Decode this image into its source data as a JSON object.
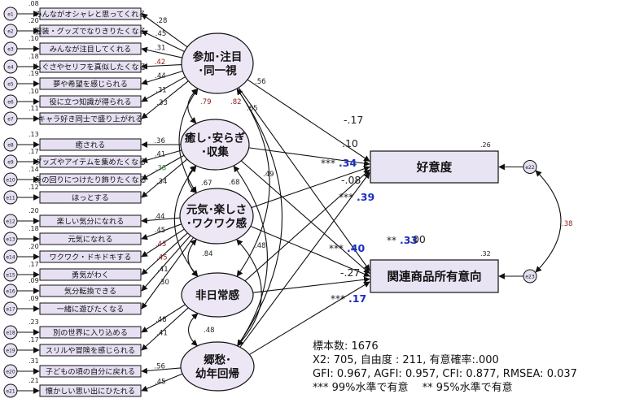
{
  "items": [
    {
      "err": "e1",
      "label": "みんながオシャレと思ってくれる",
      "r2": ".08",
      "loading": ".28"
    },
    {
      "err": "e2",
      "label": "服装・グッズでなりきりたくなる",
      "r2": ".20",
      "loading": ".45"
    },
    {
      "err": "e3",
      "label": "みんなが注目してくれる",
      "r2": ".10",
      "loading": ".31"
    },
    {
      "err": "e4",
      "label": "しぐさやセリフを真似したくなる",
      "r2": ".18",
      "loading": ".42"
    },
    {
      "err": "e5",
      "label": "夢や希望を感じられる",
      "r2": ".19",
      "loading": ".44"
    },
    {
      "err": "e6",
      "label": "役に立つ知識が得られる",
      "r2": ".10",
      "loading": ".31"
    },
    {
      "err": "e7",
      "label": "キャラ好き同士で盛り上がれる",
      "r2": ".11",
      "loading": ".33"
    },
    {
      "err": "e8",
      "label": "癒される",
      "r2": ".13",
      "loading": ".36"
    },
    {
      "err": "e9",
      "label": "グッズやアイテムを集めたくなる",
      "r2": ".17",
      "loading": ".41"
    },
    {
      "err": "e10",
      "label": "身の回りにつけたり飾りたくなる",
      "r2": ".14",
      "loading": ".38"
    },
    {
      "err": "e11",
      "label": "ほっとする",
      "r2": ".12",
      "loading": ".34"
    },
    {
      "err": "e12",
      "label": "楽しい気分になれる",
      "r2": ".20",
      "loading": ".44"
    },
    {
      "err": "e13",
      "label": "元気になれる",
      "r2": ".18",
      "loading": ".45"
    },
    {
      "err": "e14",
      "label": "ワクワク・ドキドキする",
      "r2": ".20",
      "loading": ".43"
    },
    {
      "err": "e15",
      "label": "勇気がわく",
      "r2": ".17",
      "loading": ".45"
    },
    {
      "err": "e16",
      "label": "気分転換できる",
      "r2": ".09",
      "loading": ".41"
    },
    {
      "err": "e17",
      "label": "一緒に遊びたくなる",
      "r2": ".09",
      "loading": ".30"
    },
    {
      "err": "e18",
      "label": "別の世界に入り込める",
      "r2": ".23",
      "loading": ".48"
    },
    {
      "err": "e19",
      "label": "スリルや冒険を感じられる",
      "r2": ".17",
      "loading": ".41"
    },
    {
      "err": "e20",
      "label": "子どもの頃の自分に戻れる",
      "r2": ".31",
      "loading": ".56"
    },
    {
      "err": "e21",
      "label": "懐かしい思い出にひたれる",
      "r2": ".21",
      "loading": ".45"
    }
  ],
  "factors": [
    {
      "id": "f1",
      "lines": [
        "参加･注目",
        "･同一視"
      ]
    },
    {
      "id": "f2",
      "lines": [
        "癒し･安らぎ",
        "･収集"
      ]
    },
    {
      "id": "f3",
      "lines": [
        "元気･楽しさ",
        "･ワクワク感"
      ]
    },
    {
      "id": "f4",
      "lines": [
        "非日常感"
      ]
    },
    {
      "id": "f5",
      "lines": [
        "郷愁･",
        "幼年回帰"
      ]
    }
  ],
  "outcomes": [
    {
      "id": "o1",
      "label": "好意度",
      "r2": ".26",
      "err": "e22"
    },
    {
      "id": "o2",
      "label": "関連商品所有意向",
      "r2": ".32",
      "err": "e23"
    }
  ],
  "correlations": [
    {
      "value": ".79",
      "color": "#8b1a1a"
    },
    {
      "value": ".82",
      "color": "#8b1a1a"
    },
    {
      "value": ".56",
      "color": "#222222"
    },
    {
      "value": ".65",
      "color": "#222222"
    },
    {
      "value": ".67",
      "color": "#222222"
    },
    {
      "value": ".68",
      "color": "#222222"
    },
    {
      "value": ".49",
      "color": "#222222"
    },
    {
      "value": ".48",
      "color": "#222222"
    },
    {
      "value": ".84",
      "color": "#222222"
    },
    {
      "value": ".48",
      "color": "#222222"
    },
    {
      "value": ".38",
      "color": "#8b1a1a"
    }
  ],
  "paths": [
    {
      "value": "-.17",
      "sig": "",
      "color": "#222222"
    },
    {
      "value": ".10",
      "sig": "",
      "color": "#222222"
    },
    {
      "value": ".34",
      "sig": "***",
      "color": "#1a2fbf"
    },
    {
      "value": "-.08",
      "sig": "",
      "color": "#222222"
    },
    {
      "value": ".39",
      "sig": "***",
      "color": "#1a2fbf"
    },
    {
      "value": ".40",
      "sig": "***",
      "color": "#1a2fbf"
    },
    {
      "value": ".33",
      "sig": "**",
      "color": "#1a2fbf"
    },
    {
      "value": ".00",
      "sig": "",
      "color": "#222222"
    },
    {
      "value": "-.27",
      "sig": "",
      "color": "#222222"
    },
    {
      "value": ".17",
      "sig": "***",
      "color": "#1a2fbf"
    }
  ],
  "stats": {
    "line1": "標本数: 1676",
    "line2": "X2: 705, 自由度 : 211, 有意確率:.000",
    "line3": "GFI: 0.967, AGFI: 0.957, CFI: 0.877, RMSEA: 0.037",
    "line4": "*** 99%水準で有意　 ** 95%水準で有意"
  },
  "colors": {
    "box_fill": "#e6e0f2",
    "factor_fill": "#ede6f5",
    "outcome_fill": "#e8e4f3",
    "error_fill": "#e6e0f2",
    "line": "#111111",
    "significant": "#1a2fbf",
    "label_dark_red": "#8b1a1a",
    "label_green": "#2e7d32"
  }
}
